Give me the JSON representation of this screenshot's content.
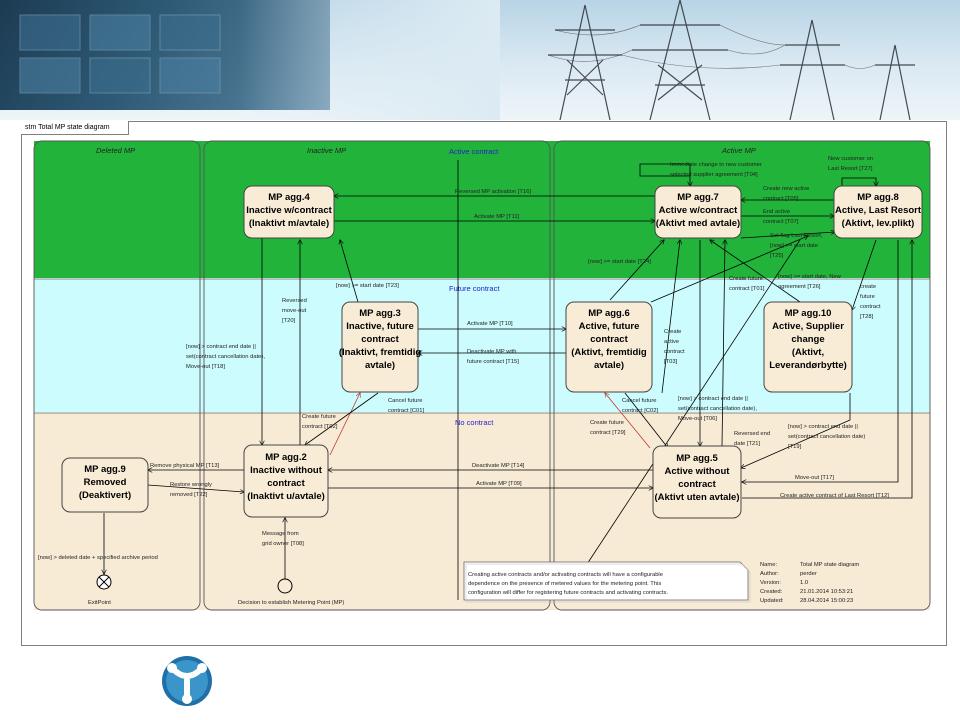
{
  "frame": {
    "label": "stm Total MP state diagram"
  },
  "regions": {
    "deleted": "Deleted MP",
    "inactive": "Inactive MP",
    "active": "Active MP"
  },
  "bands": {
    "active_contract": "Active contract",
    "future_contract": "Future contract",
    "no_contract": "No contract"
  },
  "states": {
    "s4": [
      "MP agg.4",
      "Inactive w/contract",
      "(Inaktivt m/avtale)"
    ],
    "s7": [
      "MP agg.7",
      "Active w/contract",
      "(Aktivt med avtale)"
    ],
    "s8": [
      "MP agg.8",
      "Active, Last Resort",
      "(Aktivt, lev.plikt)"
    ],
    "s3": [
      "MP agg.3",
      "Inactive, future",
      "contract",
      "(Inaktivt, fremtidig",
      "avtale)"
    ],
    "s6": [
      "MP agg.6",
      "Active, future",
      "contract",
      "(Aktivt, fremtidig",
      "avtale)"
    ],
    "s10": [
      "MP agg.10",
      "Active, Supplier",
      "change",
      "(Aktivt,",
      "Leverandørbytte)"
    ],
    "s9": [
      "MP agg.9",
      "Removed",
      "(Deaktivert)"
    ],
    "s2": [
      "MP agg.2",
      "Inactive without",
      "contract",
      "(Inaktivt u/avtale)"
    ],
    "s5": [
      "MP agg.5",
      "Active without",
      "contract",
      "(Aktivt uten avtale)"
    ]
  },
  "transitions": {
    "t16": "Reversed MP activation [T16]",
    "t11": "Activate MP [T11]",
    "t04a": "Immediate change to new customer",
    "t04b": "selected supplier agreement [T04]",
    "t27a": "New customer on",
    "t27b": "Last Resort [T27]",
    "t05a": "Create new active",
    "t05b": "contract [T05]",
    "t07a": "End active",
    "t07b": "contract [T07]",
    "t25a": "Set flag Last Resort,",
    "t25b": "[now] >= start date",
    "t25c": "[T25]",
    "t24": "[now] >= start date [T24]",
    "t23": "[now] >= start date [T23]",
    "t01a": "Create future",
    "t01b": "contract [T01]",
    "t26a": "[now] >= start date, New",
    "t26b": "agreement [T26]",
    "t28a": "create",
    "t28b": "future",
    "t28c": "contract",
    "t28d": "[T28]",
    "t20a": "Reversed",
    "t20b": "move-out",
    "t20c": "[T20]",
    "t10": "Activate MP [T10]",
    "t15a": "Deactivate MP with",
    "t15b": "future contract [T15]",
    "t03a": "Create",
    "t03b": "active",
    "t03c": "contract",
    "t03d": "[T03]",
    "t18a": "[now] > contract end date ||",
    "t18b": "set(contract cancellation date),",
    "t18c": "Move-out [T18]",
    "t01ca": "Cancel future",
    "t01cb": "contract [C01]",
    "t02a": "Create future",
    "t02b": "contract [T02]",
    "c02a": "Cancel future",
    "c02b": "contract [C02]",
    "t06a": "[now] > contract end date ||",
    "t06b": "set(contract cancellation date),",
    "t06c": "Move-out [T06]",
    "t29a": "Create future",
    "t29b": "contract [T29]",
    "t21a": "Reversed end",
    "t21b": "date [T21]",
    "t19a": "[now] > contract end date ||",
    "t19b": "set(contract cancellation date)",
    "t19c": "[T19]",
    "t13": "Remove physical MP [T13]",
    "t14": "Deactivate MP [T14]",
    "t22a": "Restore wrongly",
    "t22b": "removed [T22]",
    "t09": "Activate MP [T09]",
    "t17": "Move-out [T17]",
    "t12": "Create active contract of Last Resort [T12]",
    "t08a": "Message from",
    "t08b": "grid owner [T08]",
    "del": "[now] > deleted date + specified archive period"
  },
  "nodes": {
    "exit": "ExitPoint",
    "decision": "Decision to establish Metering Point (MP)"
  },
  "note": [
    "Creating active contracts and/or activating contracts will have a configurable",
    "dependence on the presence of metered values for the metering point. This",
    "configuration will differ for registering future contracts and activating contracts."
  ],
  "info": {
    "rows": [
      {
        "k": "Name:",
        "v": "Total MP state diagram"
      },
      {
        "k": "Author:",
        "v": "perder"
      },
      {
        "k": "Version:",
        "v": "1.0"
      },
      {
        "k": "Created:",
        "v": "21.01.2014 10:53:21"
      },
      {
        "k": "Updated:",
        "v": "28.04.2014 15:00:23"
      }
    ]
  },
  "colors": {
    "active_band": "#22b33a",
    "future_band": "#ccfcfd",
    "no_contract_band": "#f8ebd6",
    "state_fill": "#f9ecd7",
    "arrow": "#000000",
    "cancel_arrow": "#c0392b"
  }
}
